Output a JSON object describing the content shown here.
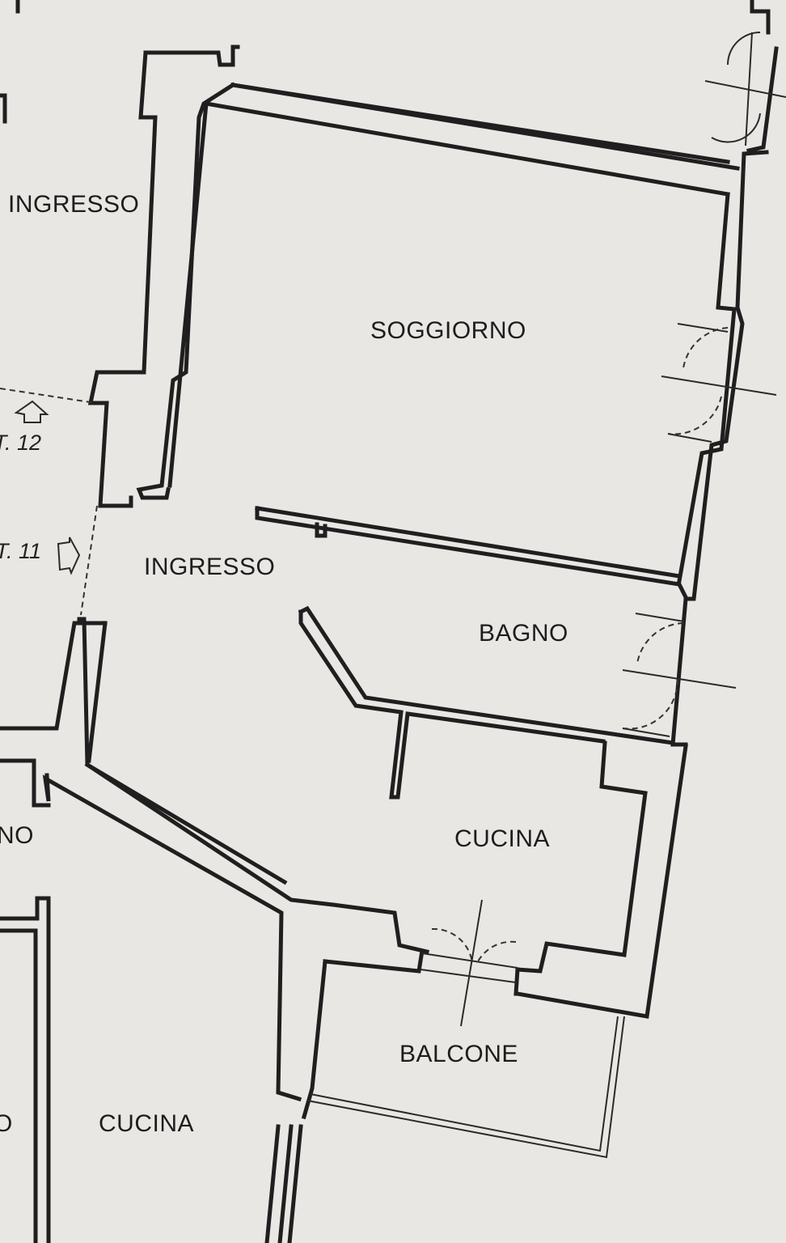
{
  "plan": {
    "rooms": {
      "ingresso_left": "INGRESSO",
      "soggiorno": "SOGGIORNO",
      "ingresso_main": "INGRESSO",
      "bagno": "BAGNO",
      "cucina_main": "CUCINA",
      "balcone": "BALCONE",
      "cucina_bottom": "CUCINA",
      "partial_no": "NO",
      "partial_o": "O"
    },
    "stairs": {
      "upper": "T. 12",
      "lower": "T. 11"
    },
    "colors": {
      "paper": "#e9e7e4",
      "ink": "#1f1f1f"
    }
  }
}
